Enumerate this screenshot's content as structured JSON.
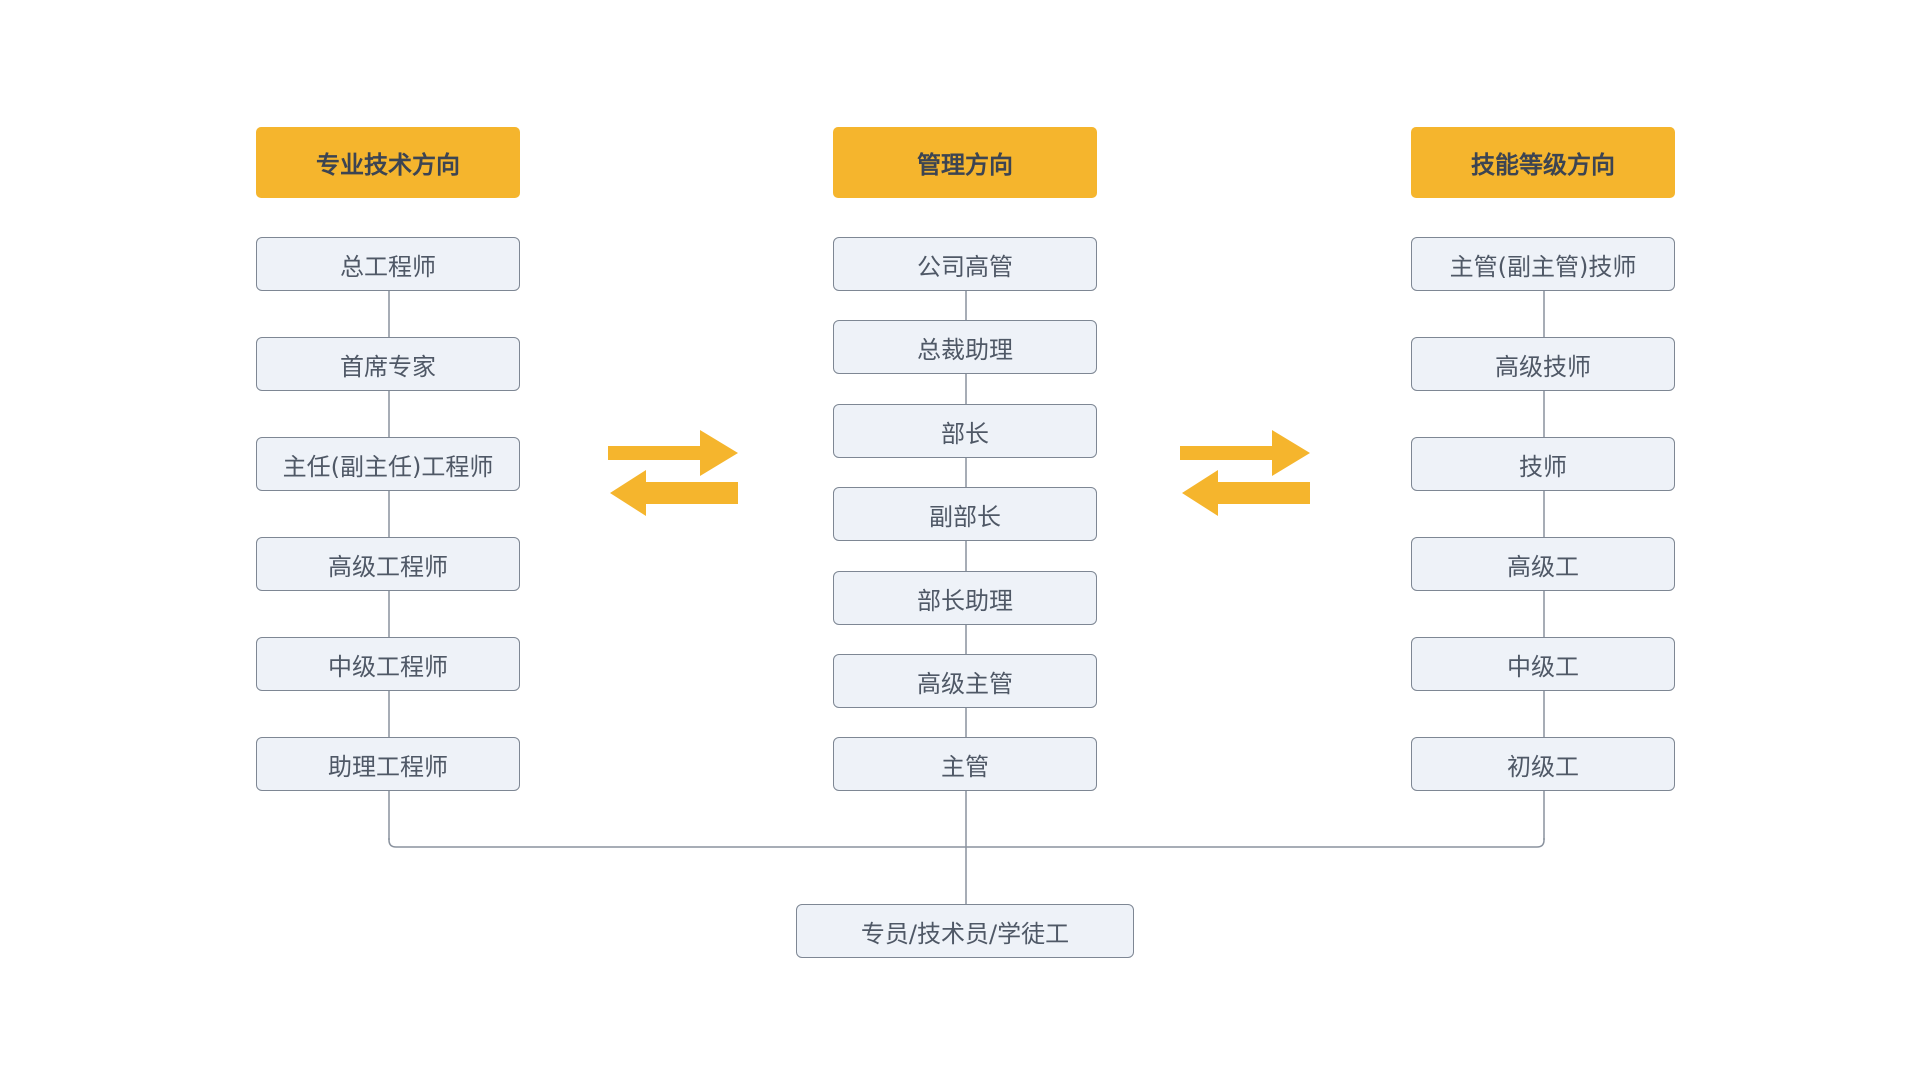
{
  "columns": {
    "technical": {
      "header": "专业技术方向",
      "items": [
        "总工程师",
        "首席专家",
        "主任(副主任)工程师",
        "高级工程师",
        "中级工程师",
        "助理工程师"
      ]
    },
    "management": {
      "header": "管理方向",
      "items": [
        "公司高管",
        "总裁助理",
        "部长",
        "副部长",
        "部长助理",
        "高级主管",
        "主管"
      ]
    },
    "skill": {
      "header": "技能等级方向",
      "items": [
        "主管(副主管)技师",
        "高级技师",
        "技师",
        "高级工",
        "中级工",
        "初级工"
      ]
    }
  },
  "base": {
    "label": "专员/技术员/学徒工"
  },
  "colors": {
    "header_bg": "#f5b52d",
    "arrow": "#f5b52d",
    "node_bg": "#eef2f8",
    "node_border": "#7e8794",
    "connector": "#8a929e",
    "text": "#4f5866"
  }
}
